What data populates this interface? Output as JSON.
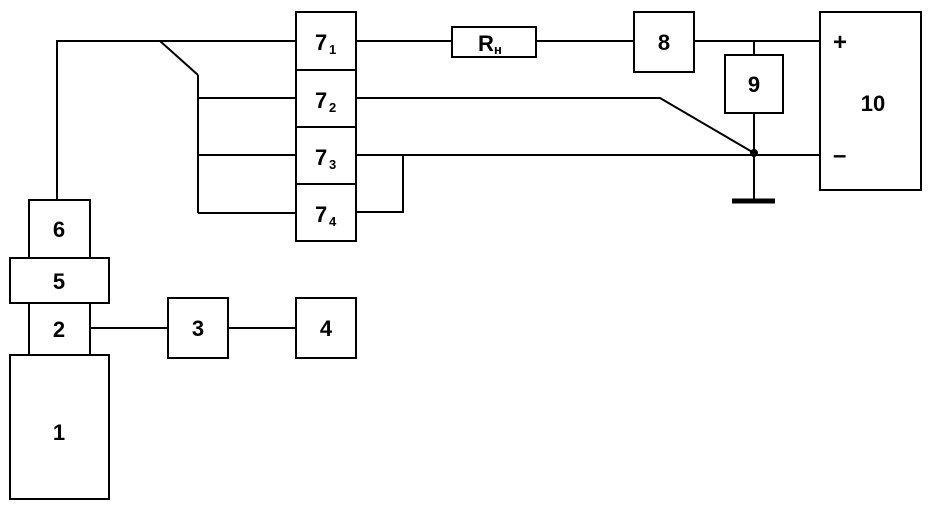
{
  "blocks": {
    "b1": "1",
    "b2": "2",
    "b3": "3",
    "b4": "4",
    "b5": "5",
    "b6": "6",
    "b7_main": "7",
    "b7_1_sub": "1",
    "b7_2_sub": "2",
    "b7_3_sub": "3",
    "b7_4_sub": "4",
    "b8": "8",
    "b9": "9",
    "b10": "10",
    "resistor_main": "R",
    "resistor_sub": "н"
  },
  "source_terminals": {
    "plus": "+",
    "minus": "–"
  }
}
